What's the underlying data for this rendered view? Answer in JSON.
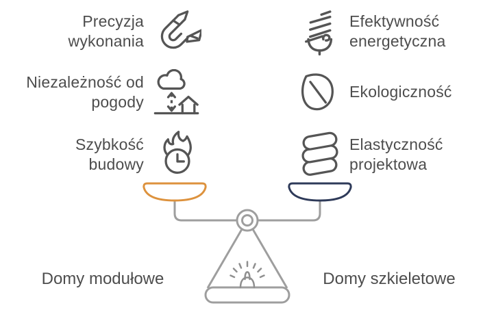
{
  "colors": {
    "text": "#4d4d4d",
    "icon_stroke": "#555555",
    "scale_stroke": "#9e9e9e",
    "left_pan": "#dd923d",
    "right_pan": "#2e3a59"
  },
  "features_left": [
    {
      "line1": "Precyzja",
      "line2": "wykonania",
      "icon": "precision-tool-icon"
    },
    {
      "line1": "Niezależność od",
      "line2": "pogody",
      "icon": "weather-independence-icon"
    },
    {
      "line1": "Szybkość",
      "line2": "budowy",
      "icon": "build-speed-flame-clock-icon"
    }
  ],
  "features_right": [
    {
      "line1": "Efektywność",
      "line2": "energetyczna",
      "icon": "energy-saving-bulb-icon"
    },
    {
      "line1": "Ekologiczność",
      "line2": "",
      "icon": "leaf-icon"
    },
    {
      "line1": "Elastyczność",
      "line2": "projektowa",
      "icon": "spring-flexibility-icon"
    }
  ],
  "scale_labels": {
    "left": "Domy modułowe",
    "right": "Domy szkieletowe"
  }
}
